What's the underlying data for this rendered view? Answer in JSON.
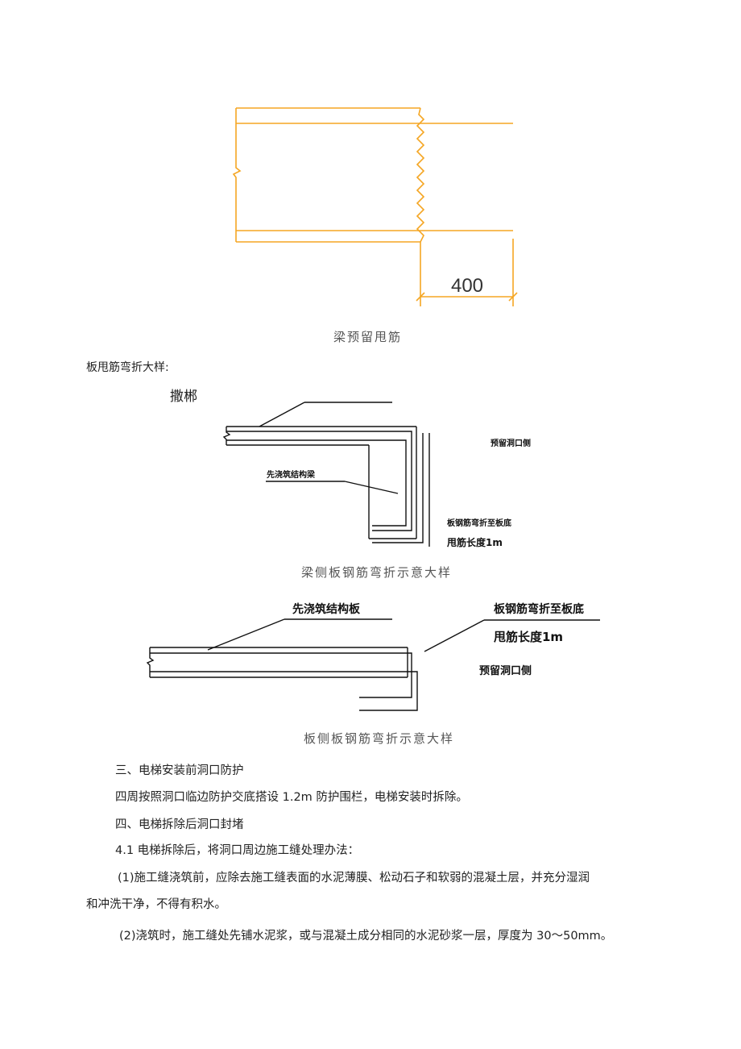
{
  "figure1": {
    "dimension_label": "400",
    "caption": "梁预留甩筋"
  },
  "section_intro": "板甩筋弯折大样:",
  "handwritten_mark": "撒郴",
  "figure2": {
    "label_prepoured_beam": "先浇筑结构梁",
    "label_opening_side": "预留洞口侧",
    "label_bend_line1": "板钢筋弯折至板底",
    "label_bend_line2": "甩筋长度1m",
    "caption": "梁侧板钢筋弯折示意大样"
  },
  "figure3": {
    "label_prepoured_slab": "先浇筑结构板",
    "label_bend_line1": "板钢筋弯折至板底",
    "label_bend_line2": "甩筋长度1m",
    "label_opening_side": "预留洞口侧",
    "caption": "板侧板钢筋弯折示意大样"
  },
  "paragraphs": {
    "heading3": "三、电梯安装前洞口防护",
    "p1": "四周按照洞口临边防护交底搭设 1.2m 防护围栏，电梯安装时拆除。",
    "heading4": "四、电梯拆除后洞口封堵",
    "p2": "4.1 电梯拆除后，将洞口周边施工缝处理办法：",
    "p3_line1": "(1)施工缝浇筑前，应除去施工缝表面的水泥薄膜、松动石子和软弱的混凝土层，并充分湿润",
    "p3_line2": "和冲洗干净，不得有积水。",
    "p4": "(2)浇筑时，施工缝处先铺水泥浆，或与混凝土成分相同的水泥砂浆一层，厚度为 30～50mm。"
  },
  "colors": {
    "drawing_orange": "#f5a623",
    "line_black": "#111111"
  }
}
